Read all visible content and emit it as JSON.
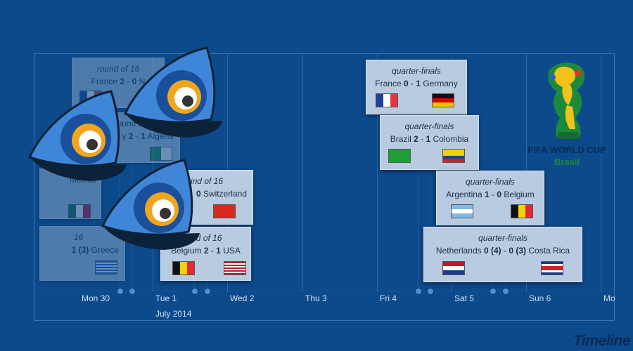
{
  "app": {
    "brand": "Timeline"
  },
  "timeline": {
    "days": [
      "Mon 30",
      "Tue 1",
      "Wed 2",
      "Thu 3",
      "Fri 4",
      "Sat 5",
      "Sun 6",
      "Mo"
    ],
    "month_label": "July 2014"
  },
  "logo": {
    "line1": "FIFA WORLD CUP",
    "line2": "Brasil"
  },
  "events": [
    {
      "stage": "round of 16",
      "home": "France",
      "home_score": "2",
      "away_score": "0",
      "away": "N"
    },
    {
      "stage": "round of 16",
      "home": "y",
      "home_score": "2",
      "away_score": "1",
      "away": "Algeria"
    },
    {
      "stage": "",
      "home": "",
      "home_score": "",
      "away_score": "",
      "away": "Mexico"
    },
    {
      "stage": "16",
      "home": "",
      "home_score": "",
      "away_score": "1 (3)",
      "away": "Greece"
    },
    {
      "stage": "ind of 16",
      "home": "",
      "home_score": "",
      "away_score": "0",
      "away": "Switzerland"
    },
    {
      "stage": "ind of 16",
      "home": "Belgium",
      "home_score": "2",
      "away_score": "1",
      "away": "USA"
    },
    {
      "stage": "quarter-finals",
      "home": "France",
      "home_score": "0",
      "away_score": "1",
      "away": "Germany"
    },
    {
      "stage": "quarter-finals",
      "home": "Brazil",
      "home_score": "2",
      "away_score": "1",
      "away": "Colombia"
    },
    {
      "stage": "quarter-finals",
      "home": "Argentina",
      "home_score": "1",
      "away_score": "0",
      "away": "Belgium"
    },
    {
      "stage": "quarter-finals",
      "home": "Netherlands",
      "home_score": "0 (4)",
      "away_score": "0 (3)",
      "away": "Costa Rica"
    }
  ],
  "colors": {
    "background": "#0c4a8c",
    "card": "#b8cbe0",
    "accent": "#4a8fd8"
  },
  "icons": [
    "eye-mascot-icon",
    "flag-icon",
    "trophy-icon"
  ]
}
